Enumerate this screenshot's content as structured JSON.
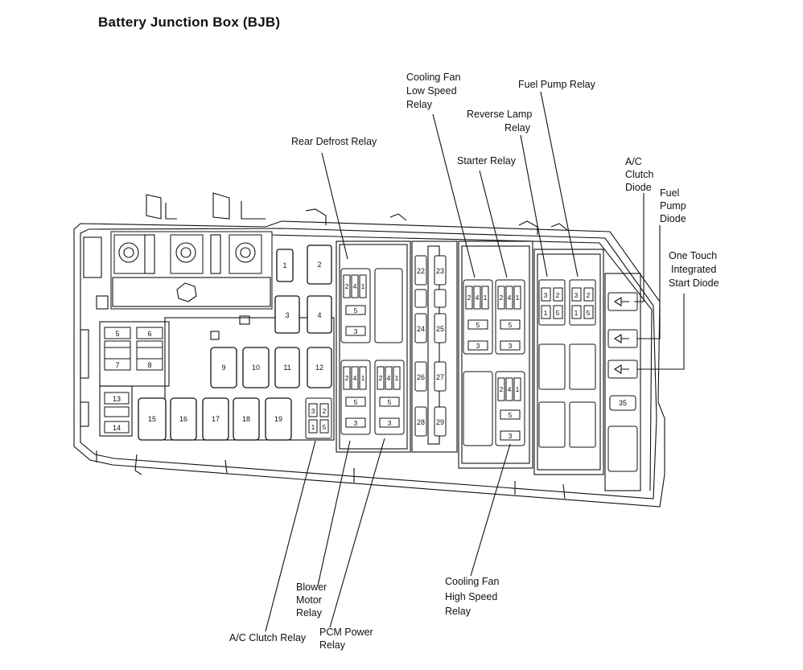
{
  "title": "Battery Junction Box (BJB)",
  "callouts": {
    "rear_defrost": "Rear Defrost Relay",
    "cooling_fan_low": [
      "Cooling Fan",
      "Low Speed",
      "Relay"
    ],
    "reverse_lamp": [
      "Reverse Lamp",
      "Relay"
    ],
    "fuel_pump_relay": "Fuel Pump Relay",
    "starter": "Starter Relay",
    "ac_clutch_diode": [
      "A/C",
      "Clutch",
      "Diode"
    ],
    "fuel_pump_diode": [
      "Fuel",
      "Pump",
      "Diode"
    ],
    "one_touch": [
      "One Touch",
      "Integrated",
      "Start Diode"
    ],
    "blower_motor": [
      "Blower",
      "Motor",
      "Relay"
    ],
    "pcm_power": [
      "PCM Power",
      "Relay"
    ],
    "ac_clutch_relay": "A/C Clutch Relay",
    "cooling_fan_high": [
      "Cooling Fan",
      "High Speed",
      "Relay"
    ]
  },
  "fuses": {
    "f1": "1",
    "f2": "2",
    "f3": "3",
    "f4": "4",
    "f5": "5",
    "f6": "6",
    "f7": "7",
    "f8": "8",
    "f9": "9",
    "f10": "10",
    "f11": "11",
    "f12": "12",
    "f13": "13",
    "f14": "14",
    "f15": "15",
    "f16": "16",
    "f17": "17",
    "f18": "18",
    "f19": "19",
    "f22": "22",
    "f23": "23",
    "f24": "24",
    "f25": "25",
    "f26": "26",
    "f27": "27",
    "f28": "28",
    "f29": "29",
    "f35": "35"
  },
  "pins": {
    "p1": "1",
    "p2": "2",
    "p3": "3",
    "p4": "4",
    "p5": "5"
  }
}
